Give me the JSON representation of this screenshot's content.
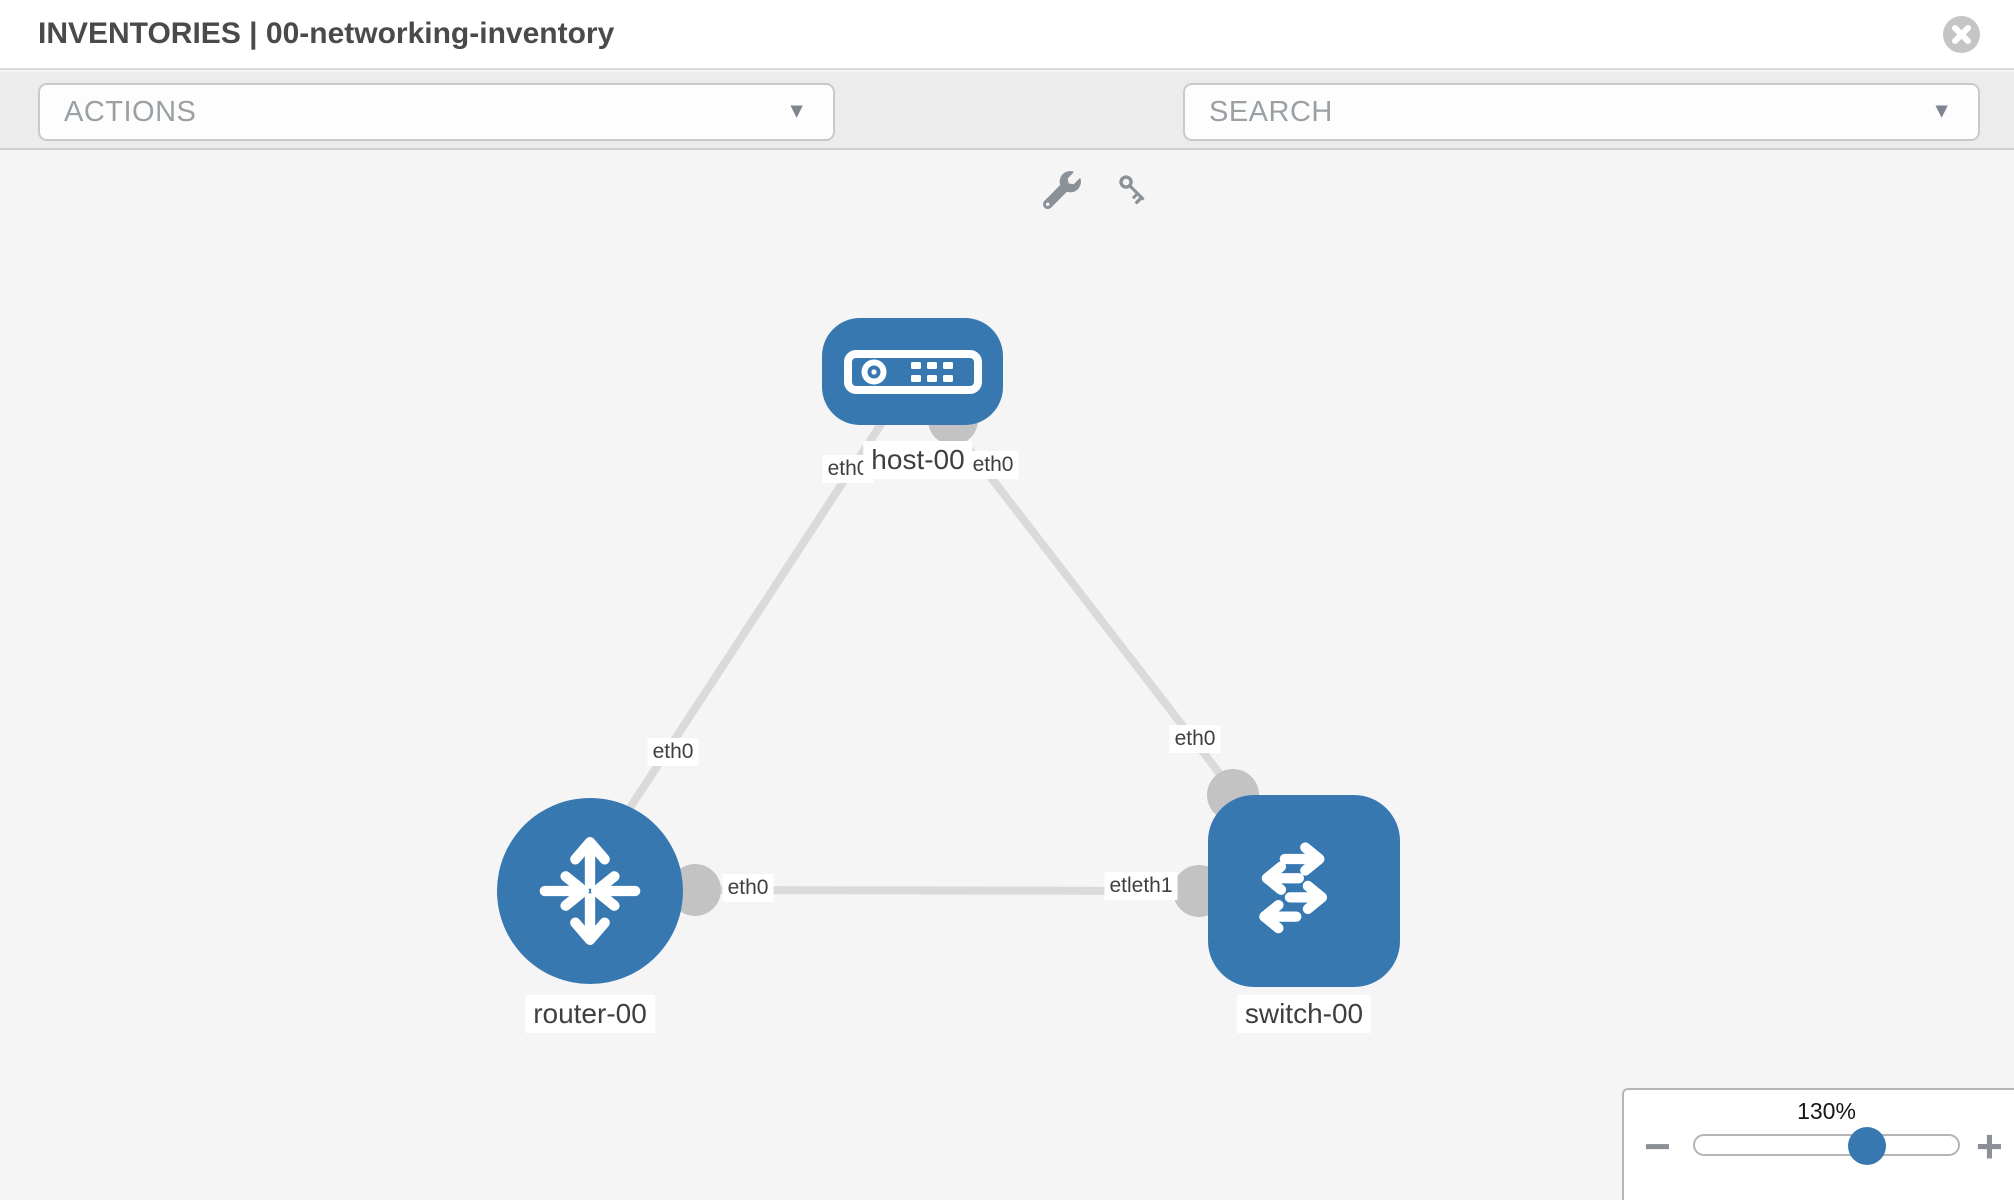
{
  "header": {
    "title": "INVENTORIES | 00-networking-inventory",
    "close_icon": "x-circle"
  },
  "toolbar": {
    "actions_label": "ACTIONS",
    "search_label": "SEARCH",
    "caret": "▼",
    "icons": [
      "wrench-icon",
      "key-icon"
    ]
  },
  "topology": {
    "nodes": [
      {
        "label": "host-00",
        "type": "host",
        "icon": "server-icon",
        "shape": "rounded-rect"
      },
      {
        "label": "router-00",
        "type": "router",
        "icon": "router-arrows-icon",
        "shape": "circle"
      },
      {
        "label": "switch-00",
        "type": "switch",
        "icon": "switch-arrows-icon",
        "shape": "rounded-square"
      }
    ],
    "links": [
      {
        "from": "host-00",
        "to": "router-00",
        "from_label": "eth0",
        "to_label": "eth0"
      },
      {
        "from": "host-00",
        "to": "switch-00",
        "from_label": "eth0",
        "to_label": "eth0"
      },
      {
        "from": "router-00",
        "to": "switch-00",
        "from_label": "eth0",
        "to_label": "etleth1"
      }
    ]
  },
  "zoom_control": {
    "percent": "130%",
    "minus": "−",
    "plus": "+",
    "value": 130
  },
  "colors": {
    "node_blue": "#3778b1",
    "edge_gray": "#dadada",
    "connector_gray": "#c3c3c3",
    "toolbar_bg": "#ececec",
    "canvas_bg": "#f5f5f6"
  }
}
